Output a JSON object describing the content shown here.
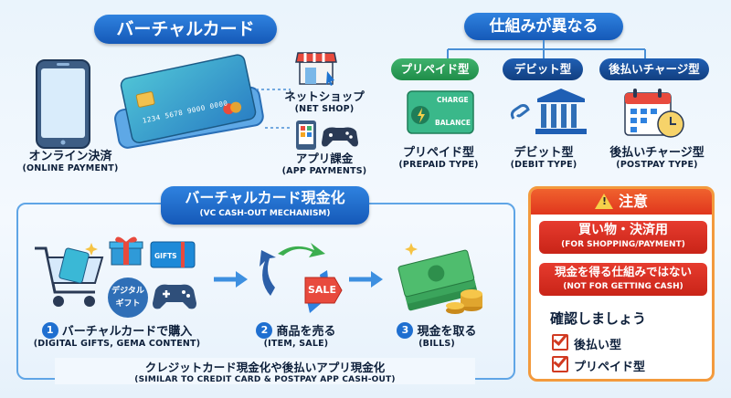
{
  "top_left": {
    "title": "バーチャルカード",
    "card_number": "1234 5678 9000 0000",
    "online": {
      "jp": "オンライン決済",
      "en": "(ONLINE PAYMENT)"
    },
    "net_shop": {
      "jp": "ネットショップ",
      "en": "(NET SHOP)"
    },
    "app_pay": {
      "jp": "アプリ課金",
      "en": "(APP PAYMENTS)"
    }
  },
  "top_right": {
    "title": "仕組みが異なる",
    "types": [
      {
        "tag": "プリペイド型",
        "jp": "プリペイド型",
        "en": "(PREPAID TYPE)",
        "icon": "prepaid-card-icon"
      },
      {
        "tag": "デビット型",
        "jp": "デビット型",
        "en": "(DEBIT TYPE)",
        "icon": "bank-icon"
      },
      {
        "tag": "後払いチャージ型",
        "jp": "後払いチャージ型",
        "en": "(POSTPAY TYPE)",
        "icon": "calendar-clock-icon"
      }
    ],
    "card_charge": "CHARGE",
    "card_balance": "BALANCE"
  },
  "mechanism": {
    "title": "バーチャルカード現金化",
    "subtitle": "(VC CASH-OUT MECHANISM)",
    "gifts_label": "GIFTS",
    "digital_gift": "デジタル ギフト",
    "sale_label": "SALE",
    "steps": [
      {
        "num": "1",
        "jp": "バーチャルカードで購入",
        "en": "(DIGITAL GIFTS, GEMA CONTENT)"
      },
      {
        "num": "2",
        "jp": "商品を売る",
        "en": "(ITEM, SALE)"
      },
      {
        "num": "3",
        "jp": "現金を取る",
        "en": "(BILLS)"
      }
    ],
    "footer_jp": "クレジットカード現金化や後払いアプリ現金化",
    "footer_en": "(SIMILAR TO CREDIT CARD & POSTPAY APP CASH-OUT)"
  },
  "caution": {
    "title": "注意",
    "box1_jp": "買い物・決済用",
    "box1_en": "(FOR SHOPPING/PAYMENT)",
    "box2_jp": "現金を得る仕組みではない",
    "box2_en": "(NOT FOR GETTING CASH)",
    "check_title": "確認しましょう",
    "checks": [
      "後払い型",
      "プリペイド型"
    ]
  },
  "colors": {
    "brand_blue": "#1559b8",
    "green": "#2ea25c",
    "red": "#d9301f",
    "caution_orange": "#f39a3d"
  }
}
